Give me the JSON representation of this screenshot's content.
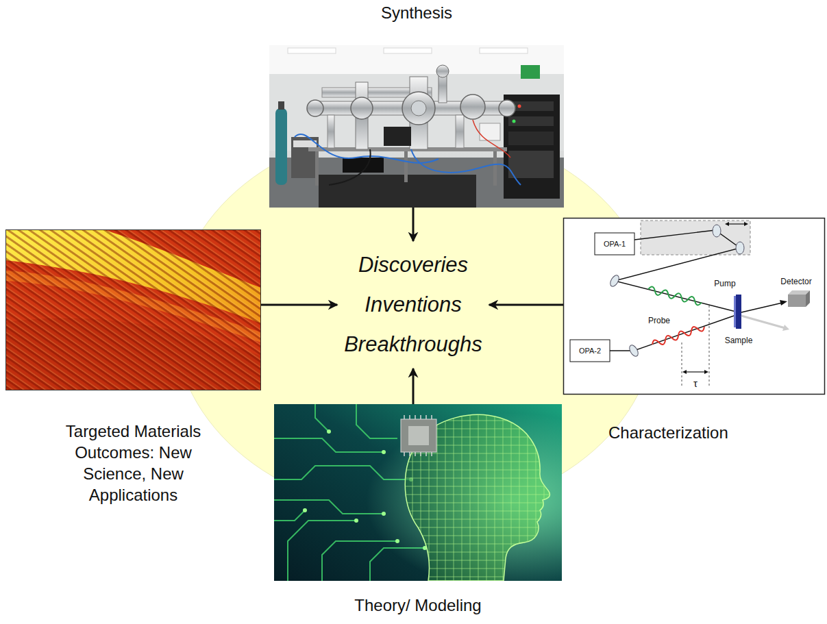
{
  "diagram": {
    "nodes": [
      {
        "text": [
          "Synthesis"
        ]
      },
      {
        "text": [
          "Targeted Materials Outcomes: New Science, New Applications"
        ]
      },
      {
        "text": [
          "Discoveries Inventions Breakthroughs"
        ]
      },
      {
        "text": [
          "Characterization"
        ]
      },
      {
        "text": [
          "Theory/ Modeling"
        ]
      }
    ],
    "edges": [
      {
        "from": 0,
        "to": 2,
        "arrow": "to"
      },
      {
        "from": 1,
        "to": 2,
        "arrow": "to"
      },
      {
        "from": 3,
        "to": 2,
        "arrow": "to"
      },
      {
        "from": 4,
        "to": 2,
        "arrow": "to"
      }
    ],
    "labels": [
      "OPA-1",
      "Pump",
      "Probe",
      "Sample",
      "Detector",
      "OPA-2",
      "τ"
    ]
  }
}
